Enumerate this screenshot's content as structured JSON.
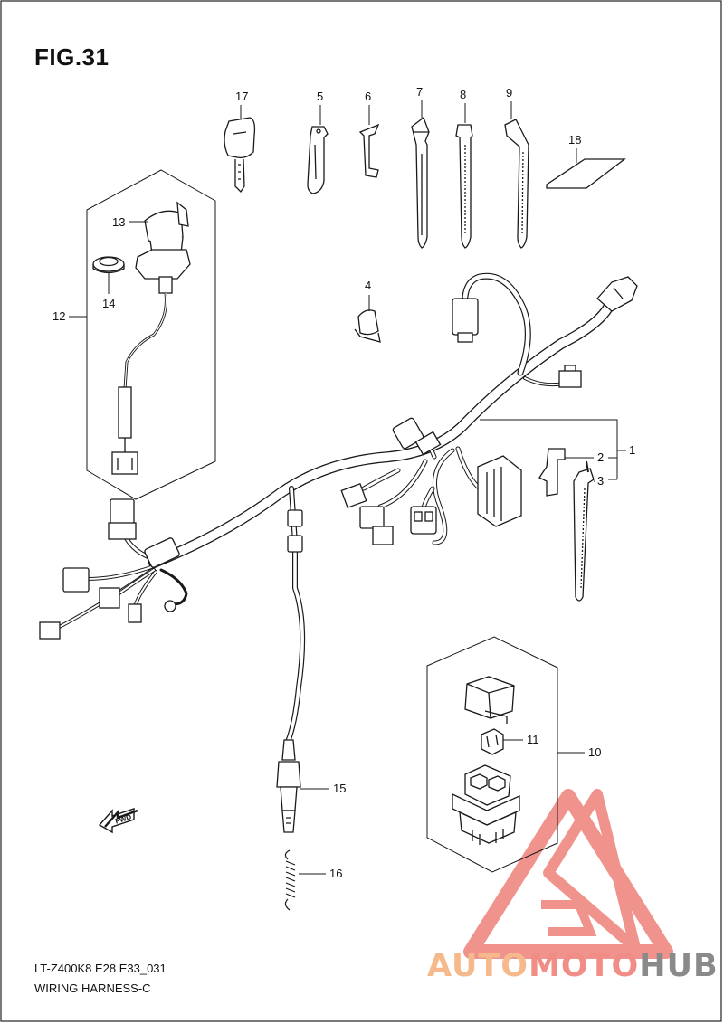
{
  "figure": {
    "title": "FIG.31",
    "model_code": "LT-Z400K8 E28 E33_031",
    "caption": "WIRING HARNESS-C"
  },
  "callouts": {
    "c1": "1",
    "c2": "2",
    "c3": "3",
    "c4": "4",
    "c5": "5",
    "c6": "6",
    "c7": "7",
    "c8": "8",
    "c9": "9",
    "c10": "10",
    "c11": "11",
    "c12": "12",
    "c13": "13",
    "c14": "14",
    "c15": "15",
    "c16": "16",
    "c17": "17",
    "c18": "18"
  },
  "fwd_marker": "FWD",
  "watermark": {
    "part_a": "AUTO",
    "part_b": "MOTO",
    "part_c": "HUB"
  },
  "colors": {
    "line": "#1a1a1a",
    "watermark_red": "#e84a3c",
    "watermark_orange": "#f6b98b",
    "watermark_grey": "#8a8a8a"
  }
}
